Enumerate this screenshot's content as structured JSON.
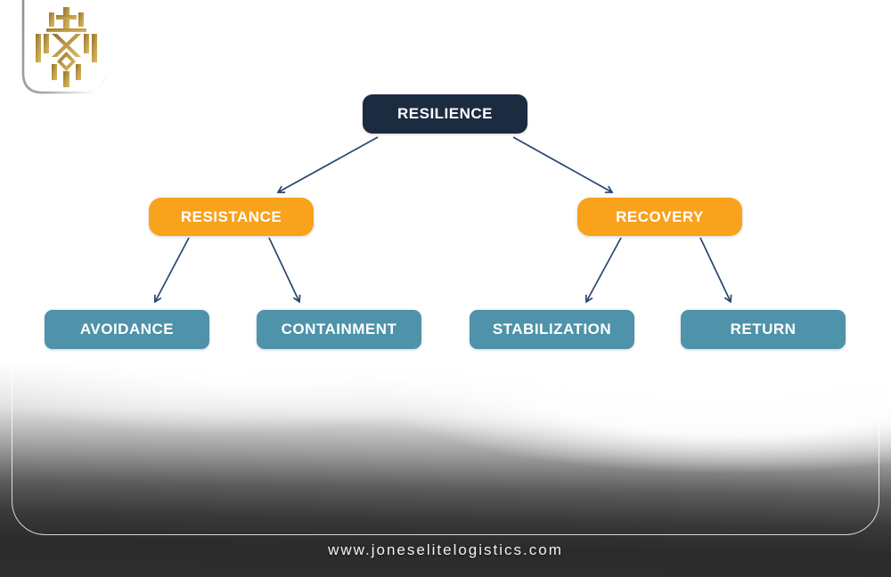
{
  "diagram": {
    "title_node": "RESILIENCE",
    "nodes": {
      "resilience": {
        "label": "RESILIENCE",
        "level": 1
      },
      "resistance": {
        "label": "RESISTANCE",
        "level": 2
      },
      "recovery": {
        "label": "RECOVERY",
        "level": 2
      },
      "avoidance": {
        "label": "AVOIDANCE",
        "level": 3
      },
      "containment": {
        "label": "CONTAINMENT",
        "level": 3
      },
      "stabilization": {
        "label": "STABILIZATION",
        "level": 3
      },
      "return": {
        "label": "RETURN",
        "level": 3
      }
    },
    "edges": [
      {
        "from": "resilience",
        "to": "resistance"
      },
      {
        "from": "resilience",
        "to": "recovery"
      },
      {
        "from": "resistance",
        "to": "avoidance"
      },
      {
        "from": "resistance",
        "to": "containment"
      },
      {
        "from": "recovery",
        "to": "stabilization"
      },
      {
        "from": "recovery",
        "to": "return"
      }
    ]
  },
  "footer": {
    "website": "www.joneselitelogistics.com"
  },
  "icons": {
    "logo": "lion-crown-emblem"
  },
  "colors": {
    "root_bg": "#1B2B40",
    "branch_bg": "#F9A21C",
    "leaf_bg": "#4E93A9",
    "arrow": "#27466F",
    "logo_gold_dark": "#8F7030",
    "logo_gold_light": "#D9BC66",
    "frame_line": "#C9C9C9",
    "footer_text": "#F2F2F2",
    "bottom_dark": "#2B2B2B"
  }
}
